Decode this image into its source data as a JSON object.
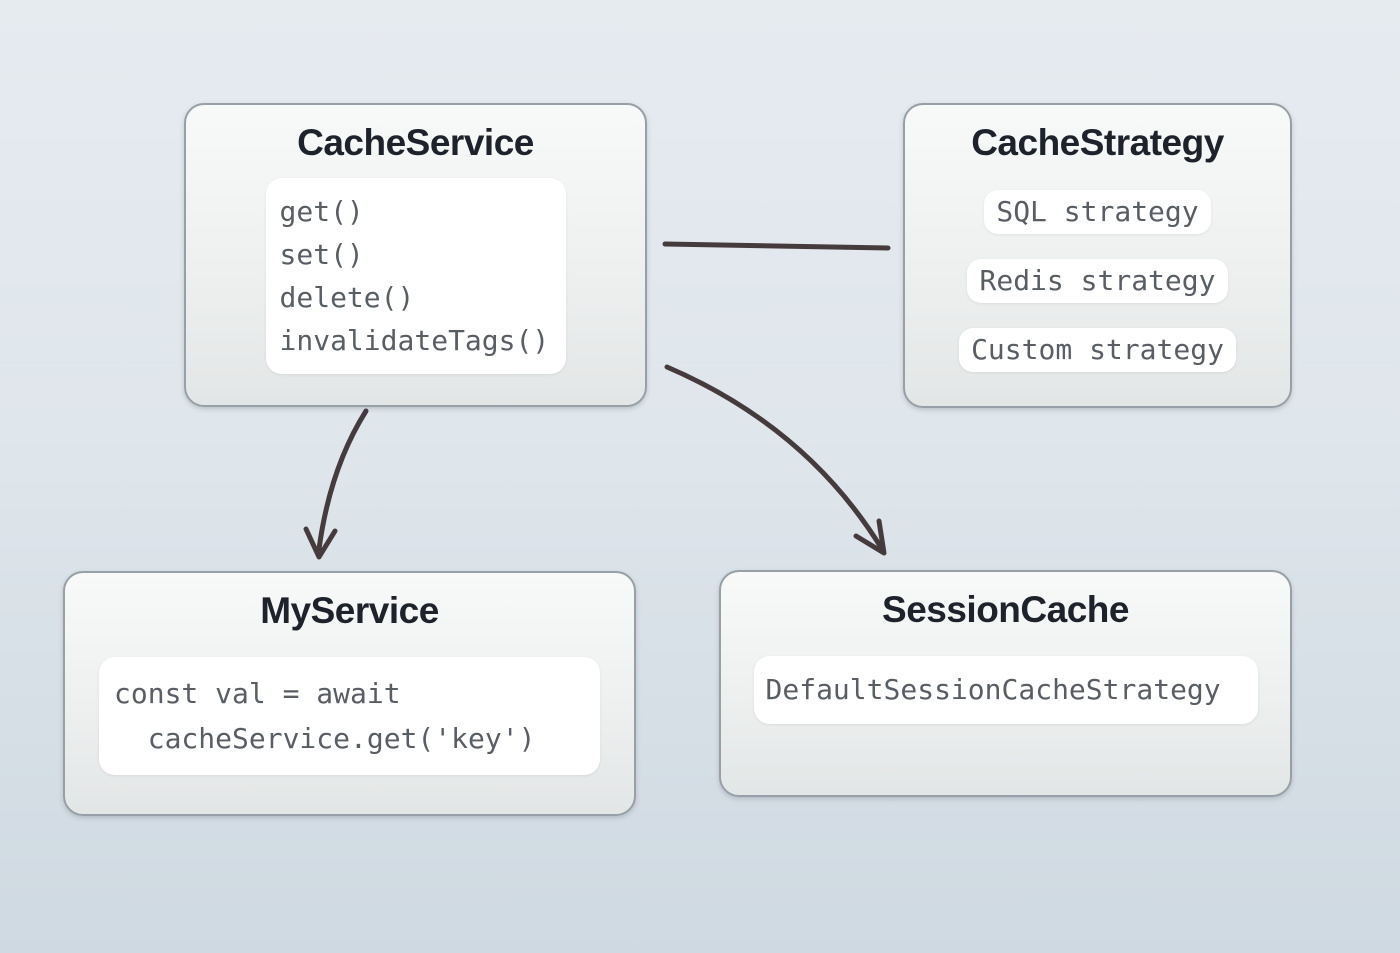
{
  "nodes": {
    "cache_service": {
      "title": "CacheService",
      "methods": [
        "get()",
        "set()",
        "delete()",
        "invalidateTags()"
      ]
    },
    "cache_strategy": {
      "title": "CacheStrategy",
      "strategies": [
        "SQL strategy",
        "Redis strategy",
        "Custom strategy"
      ]
    },
    "my_service": {
      "title": "MyService",
      "code_lines": [
        "const val = await",
        "  cacheService.get('key')"
      ]
    },
    "session_cache": {
      "title": "SessionCache",
      "strategy": "DefaultSessionCacheStrategy"
    }
  },
  "edges": [
    {
      "from": "CacheService",
      "to": "CacheStrategy",
      "type": "plain-line"
    },
    {
      "from": "CacheService",
      "to": "MyService",
      "type": "curved-arrow"
    },
    {
      "from": "CacheService",
      "to": "SessionCache",
      "type": "curved-arrow"
    }
  ],
  "colors": {
    "arrow": "#453b3d",
    "node_border": "#96a0a6",
    "title_text": "#1e222b",
    "code_text": "#595e64",
    "bg_top": "#e6ebf0",
    "bg_bottom": "#cfd9e1"
  }
}
